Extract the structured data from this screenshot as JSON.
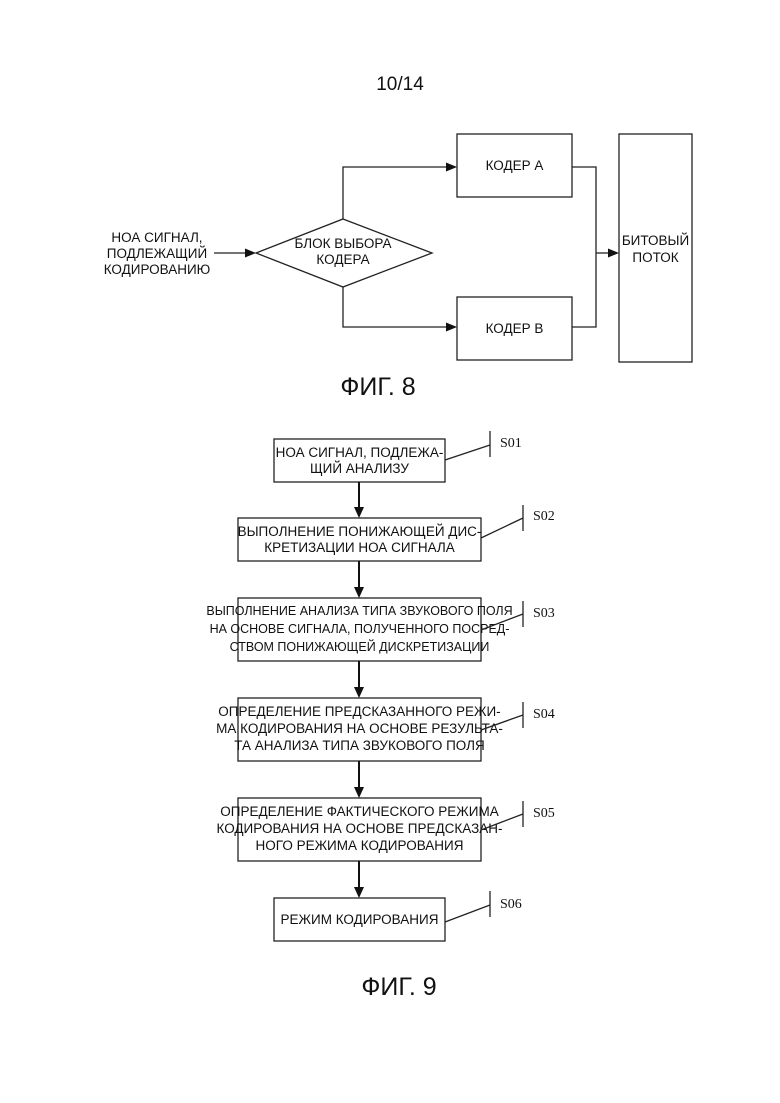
{
  "page_number": "10/14",
  "fig8": {
    "caption": "ФИГ. 8",
    "input_lines": [
      "НОА СИГНАЛ,",
      "ПОДЛЕЖАЩИЙ",
      "КОДИРОВАНИЮ"
    ],
    "selector_lines": [
      "БЛОК ВЫБОРА",
      "КОДЕРА"
    ],
    "encoder_a": "КОДЕР A",
    "encoder_b": "КОДЕР B",
    "bitstream_lines": [
      "БИТОВЫЙ",
      "ПОТОК"
    ]
  },
  "fig9": {
    "caption": "ФИГ. 9",
    "steps": [
      {
        "id": "S01",
        "lines": [
          "НОА СИГНАЛ, ПОДЛЕЖА-",
          "ЩИЙ АНАЛИЗУ"
        ]
      },
      {
        "id": "S02",
        "lines": [
          "ВЫПОЛНЕНИЕ ПОНИЖАЮЩЕЙ ДИС-",
          "КРЕТИЗАЦИИ НОА СИГНАЛА"
        ]
      },
      {
        "id": "S03",
        "lines": [
          "ВЫПОЛНЕНИЕ АНАЛИЗА ТИПА ЗВУКОВОГО ПОЛЯ",
          "НА ОСНОВЕ СИГНАЛА, ПОЛУЧЕННОГО ПОСРЕД-",
          "СТВОМ ПОНИЖАЮЩЕЙ ДИСКРЕТИЗАЦИИ"
        ]
      },
      {
        "id": "S04",
        "lines": [
          "ОПРЕДЕЛЕНИЕ ПРЕДСКАЗАННОГО РЕЖИ-",
          "МА КОДИРОВАНИЯ НА ОСНОВЕ РЕЗУЛЬТА-",
          "ТА АНАЛИЗА ТИПА ЗВУКОВОГО ПОЛЯ"
        ]
      },
      {
        "id": "S05",
        "lines": [
          "ОПРЕДЕЛЕНИЕ ФАКТИЧЕСКОГО РЕЖИМА",
          "КОДИРОВАНИЯ НА ОСНОВЕ ПРЕДСКАЗАН-",
          "НОГО РЕЖИМА КОДИРОВАНИЯ"
        ]
      },
      {
        "id": "S06",
        "lines": [
          "РЕЖИМ КОДИРОВАНИЯ"
        ]
      }
    ]
  }
}
